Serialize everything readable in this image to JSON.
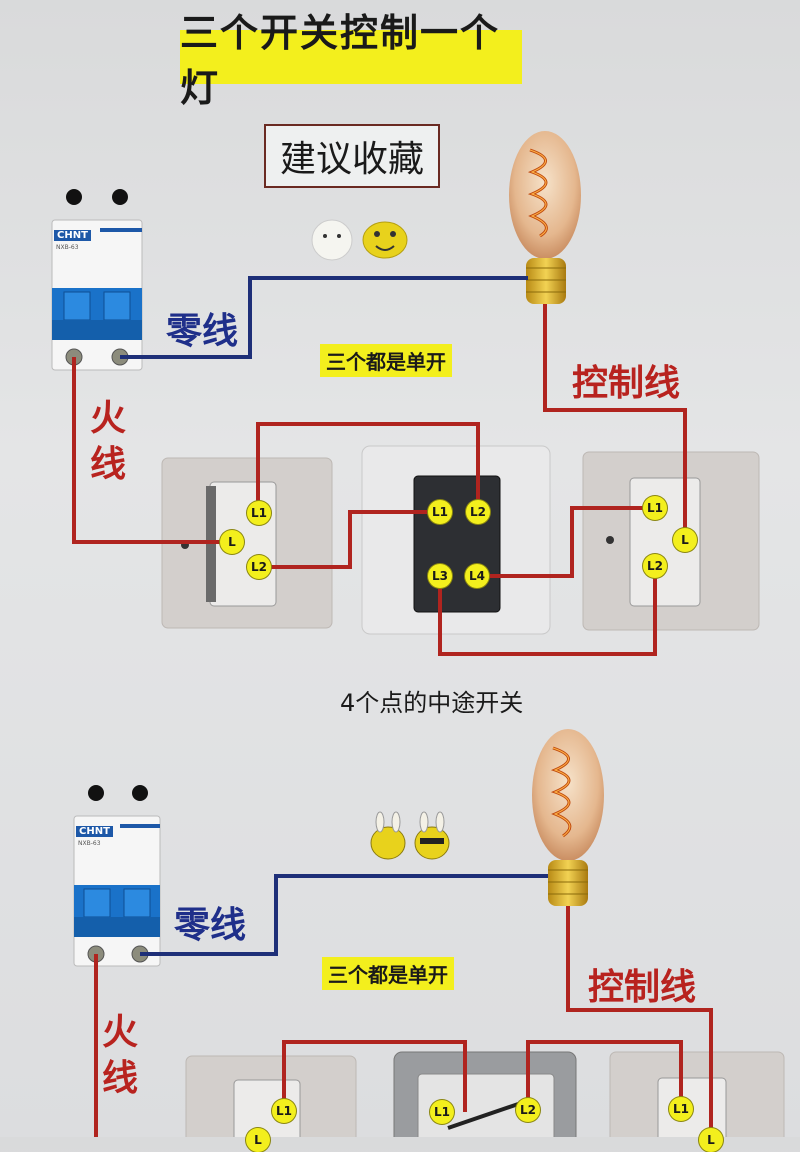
{
  "title": "三个开关控制一个灯",
  "save_note": "建议收藏",
  "diagrams": [
    {
      "breaker_brand": "CHNT",
      "breaker_model": "NXB-63",
      "neutral_label": "零线",
      "live_label": [
        "火",
        "线"
      ],
      "control_label": "控制线",
      "note": "三个都是单开",
      "left_switch_terminals": [
        "L1",
        "L",
        "L2"
      ],
      "middle_switch_terminals": [
        "L1",
        "L2",
        "L3",
        "L4"
      ],
      "right_switch_terminals": [
        "L1",
        "L",
        "L2"
      ],
      "middle_caption": "4个点的中途开关",
      "wire_colors": {
        "live": "#b0241f",
        "neutral": "#1e2f78"
      }
    },
    {
      "breaker_brand": "CHNT",
      "breaker_model": "NXB-63",
      "neutral_label": "零线",
      "live_label": [
        "火",
        "线"
      ],
      "control_label": "控制线",
      "note": "三个都是单开",
      "left_switch_terminals": [
        "L1",
        "L"
      ],
      "middle_switch_terminals": [
        "L1",
        "L2"
      ],
      "right_switch_terminals": [
        "L1",
        "L"
      ]
    }
  ]
}
